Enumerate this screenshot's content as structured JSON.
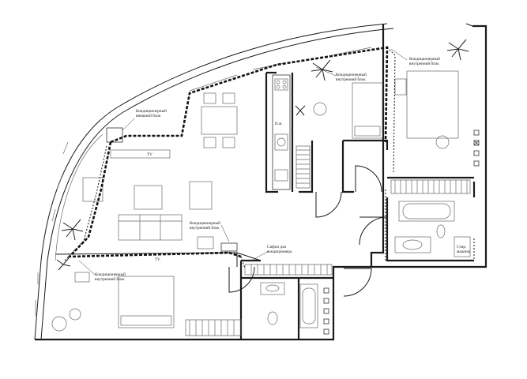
{
  "labels": {
    "outdoor_unit": "Кондиционерный\nвнешний блок",
    "indoor_unit_kitchen": "Кондиционерный\nвнутренний блок",
    "indoor_unit_bedroom_right": "Кондиционерный\nвнутренний блок",
    "indoor_unit_lower_left": "Кондиционерный\nвнутренний блок",
    "indoor_unit_middle": "Кондиционерный\nвнутренний блок",
    "siphon": "Сифон для\nкондиционера",
    "pm": "П.м.",
    "washer": "Стир.\nмашина",
    "tv_upper": "TV",
    "tv_lower": "TV"
  }
}
